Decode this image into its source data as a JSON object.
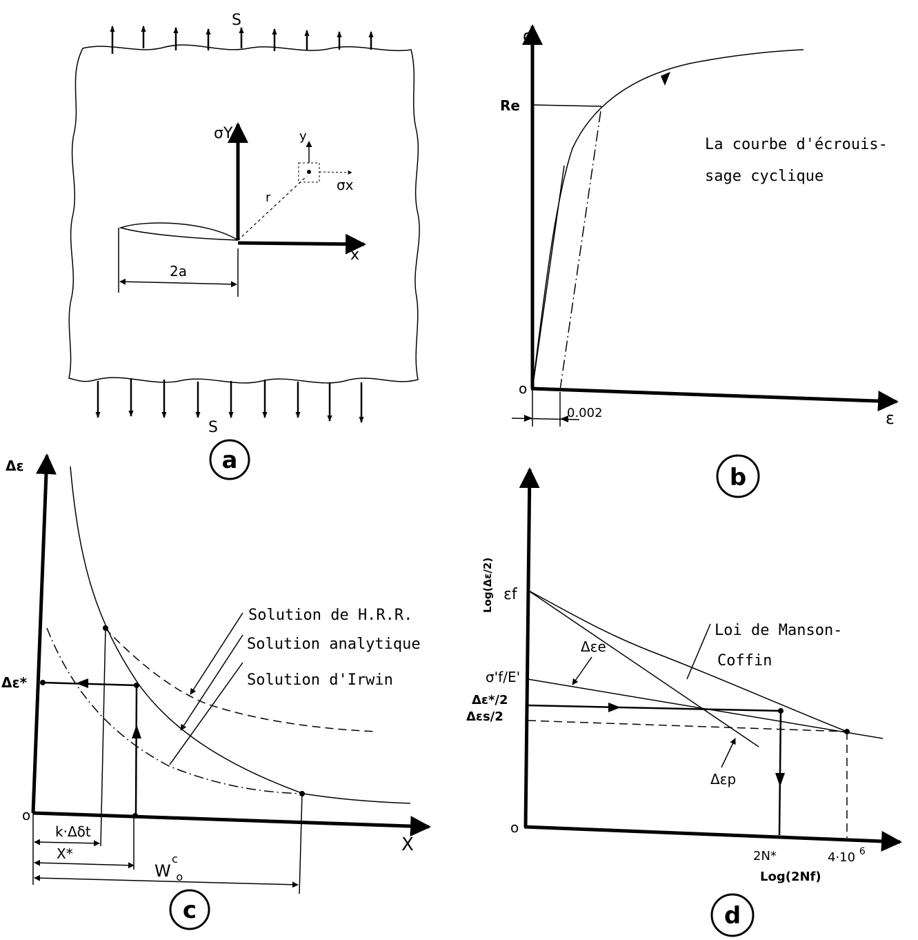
{
  "panel_a": {
    "label": "a",
    "stress_top": "S",
    "stress_bottom": "S",
    "sigma_y": "σY",
    "y_label": "y",
    "sigma_x": "σx",
    "r_label": "r",
    "x_label": "x",
    "crack_length": "2a"
  },
  "panel_b": {
    "label": "b",
    "y_axis": "σ",
    "x_axis": "ε",
    "re_label": "Re",
    "origin": "o",
    "offset_value": "0.002",
    "curve_line1": "La courbe d'écrouis-",
    "curve_line2": "sage cyclique"
  },
  "panel_c": {
    "label": "c",
    "y_axis": "Δε",
    "x_axis": "X",
    "origin": "o",
    "delta_eps_star": "Δε*",
    "k_delta": "k·Δδt",
    "x_star": "X*",
    "w_main": "W",
    "w_sub": "o",
    "w_sup": "c",
    "legend_hrr": "Solution de H.R.R.",
    "legend_analytique": "Solution analytique",
    "legend_irwin": "Solution d'Irwin"
  },
  "panel_d": {
    "label": "d",
    "y_axis": "Log(Δε/2)",
    "x_axis": "Log(2Nf)",
    "origin": "o",
    "eps_f": "εf",
    "sigma_f_e": "σ'f/E'",
    "delta_eps_star_2": "Δε*/2",
    "delta_eps_s_2": "Δεs/2",
    "delta_eps_e": "Δεe",
    "delta_eps_p": "Δεp",
    "two_n_star": "2N*",
    "four_e6_base": "4·10",
    "four_e6_exp": "6",
    "manson_line1": "Loi de Manson-",
    "manson_line2": "Coffin"
  }
}
